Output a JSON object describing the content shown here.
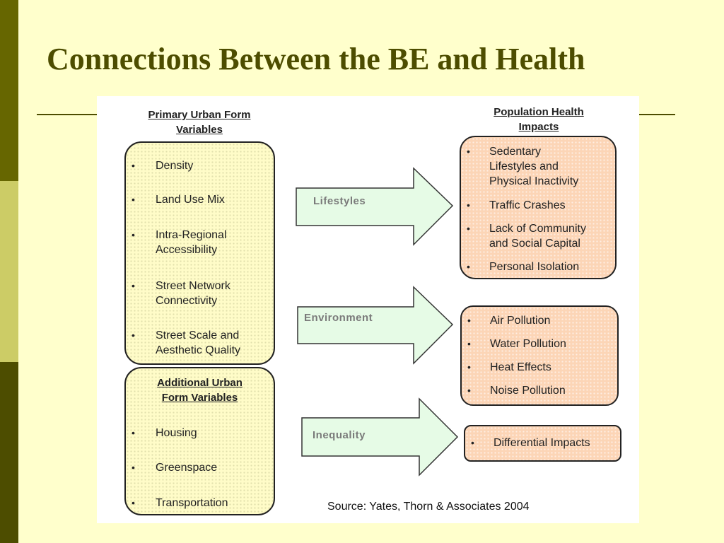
{
  "slide": {
    "title": "Connections Between the BE and Health",
    "source": "Source: Yates, Thorn & Associates 2004"
  },
  "diagram": {
    "primary_header": [
      "Primary Urban Form",
      "Variables"
    ],
    "primary_items": [
      "Density",
      "Land Use Mix",
      "Intra-Regional Accessibility",
      "Street Network Connectivity",
      "Street Scale and Aesthetic Quality"
    ],
    "additional_header": [
      "Additional Urban",
      "Form Variables"
    ],
    "additional_items": [
      "Housing",
      "Greenspace",
      "Transportation"
    ],
    "impacts_header": [
      "Population Health",
      "Impacts"
    ],
    "impact_groups": [
      [
        "Sedentary Lifestyles and Physical Inactivity",
        "Traffic Crashes",
        "Lack of Community and Social Capital",
        "Personal Isolation"
      ],
      [
        "Air Pollution",
        "Water Pollution",
        "Heat Effects",
        "Noise Pollution"
      ],
      [
        "Differential Impacts"
      ]
    ],
    "pathways": [
      "Lifestyles",
      "Environment",
      "Inequality"
    ]
  },
  "colors": {
    "sidebar_dark": "#666600",
    "sidebar_light": "#cccc66",
    "title": "#4d4d00",
    "left_box": "#fffcc8",
    "right_box": "#fcd5b6",
    "arrow_fill": "#e6fbe6"
  }
}
